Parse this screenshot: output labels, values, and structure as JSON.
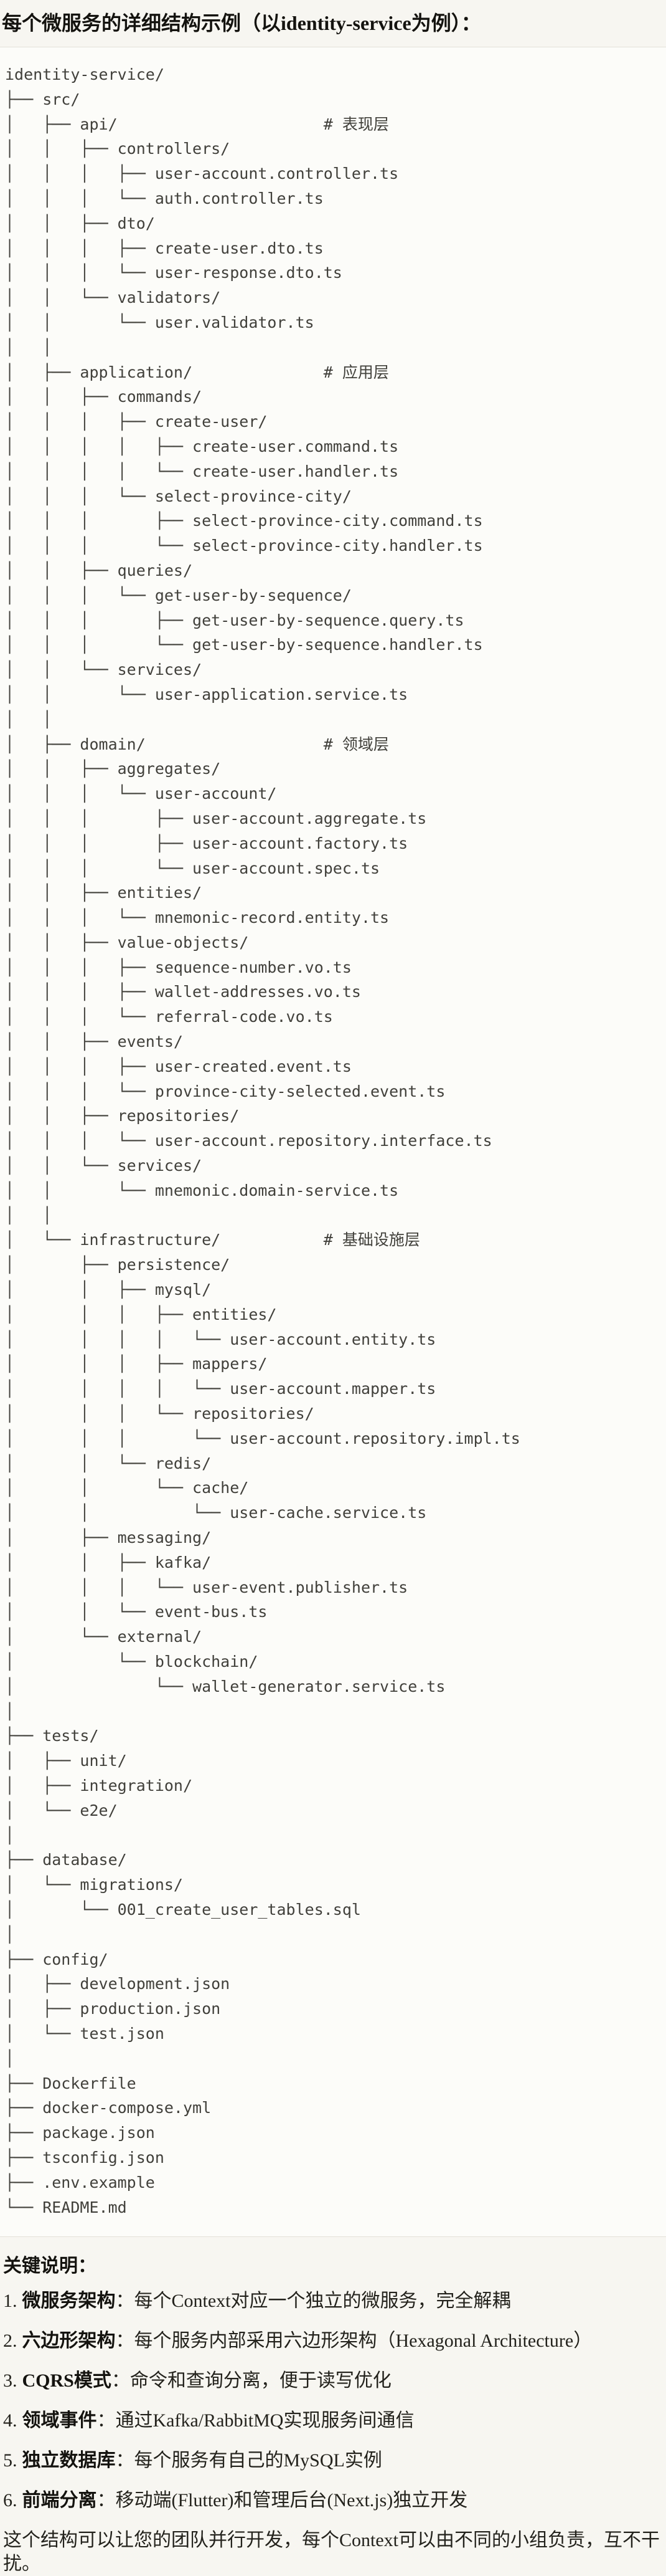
{
  "header": {
    "title": "每个微服务的详细结构示例（以identity-service为例）："
  },
  "colors": {
    "page_bg": "#f7f6f1",
    "code_bg": "#fcfcf9",
    "border": "#e3e1d9",
    "code_text": "#41403b",
    "heading_text": "#14130f"
  },
  "code_block": {
    "lines": [
      "identity-service/",
      "├── src/",
      "│   ├── api/                      # 表现层",
      "│   │   ├── controllers/",
      "│   │   │   ├── user-account.controller.ts",
      "│   │   │   └── auth.controller.ts",
      "│   │   ├── dto/",
      "│   │   │   ├── create-user.dto.ts",
      "│   │   │   └── user-response.dto.ts",
      "│   │   └── validators/",
      "│   │       └── user.validator.ts",
      "│   │",
      "│   ├── application/              # 应用层",
      "│   │   ├── commands/",
      "│   │   │   ├── create-user/",
      "│   │   │   │   ├── create-user.command.ts",
      "│   │   │   │   └── create-user.handler.ts",
      "│   │   │   └── select-province-city/",
      "│   │   │       ├── select-province-city.command.ts",
      "│   │   │       └── select-province-city.handler.ts",
      "│   │   ├── queries/",
      "│   │   │   └── get-user-by-sequence/",
      "│   │   │       ├── get-user-by-sequence.query.ts",
      "│   │   │       └── get-user-by-sequence.handler.ts",
      "│   │   └── services/",
      "│   │       └── user-application.service.ts",
      "│   │",
      "│   ├── domain/                   # 领域层",
      "│   │   ├── aggregates/",
      "│   │   │   └── user-account/",
      "│   │   │       ├── user-account.aggregate.ts",
      "│   │   │       ├── user-account.factory.ts",
      "│   │   │       └── user-account.spec.ts",
      "│   │   ├── entities/",
      "│   │   │   └── mnemonic-record.entity.ts",
      "│   │   ├── value-objects/",
      "│   │   │   ├── sequence-number.vo.ts",
      "│   │   │   ├── wallet-addresses.vo.ts",
      "│   │   │   └── referral-code.vo.ts",
      "│   │   ├── events/",
      "│   │   │   ├── user-created.event.ts",
      "│   │   │   └── province-city-selected.event.ts",
      "│   │   ├── repositories/",
      "│   │   │   └── user-account.repository.interface.ts",
      "│   │   └── services/",
      "│   │       └── mnemonic.domain-service.ts",
      "│   │",
      "│   └── infrastructure/           # 基础设施层",
      "│       ├── persistence/",
      "│       │   ├── mysql/",
      "│       │   │   ├── entities/",
      "│       │   │   │   └── user-account.entity.ts",
      "│       │   │   ├── mappers/",
      "│       │   │   │   └── user-account.mapper.ts",
      "│       │   │   └── repositories/",
      "│       │   │       └── user-account.repository.impl.ts",
      "│       │   └── redis/",
      "│       │       └── cache/",
      "│       │           └── user-cache.service.ts",
      "│       ├── messaging/",
      "│       │   ├── kafka/",
      "│       │   │   └── user-event.publisher.ts",
      "│       │   └── event-bus.ts",
      "│       └── external/",
      "│           └── blockchain/",
      "│               └── wallet-generator.service.ts",
      "│",
      "├── tests/",
      "│   ├── unit/",
      "│   ├── integration/",
      "│   └── e2e/",
      "│",
      "├── database/",
      "│   └── migrations/",
      "│       └── 001_create_user_tables.sql",
      "│",
      "├── config/",
      "│   ├── development.json",
      "│   ├── production.json",
      "│   └── test.json",
      "│",
      "├── Dockerfile",
      "├── docker-compose.yml",
      "├── package.json",
      "├── tsconfig.json",
      "├── .env.example",
      "└── README.md"
    ]
  },
  "notes": {
    "heading": "关键说明：",
    "items": [
      {
        "num": "1.",
        "term": "微服务架构",
        "text": "：每个Context对应一个独立的微服务，完全解耦"
      },
      {
        "num": "2.",
        "term": "六边形架构",
        "text": "：每个服务内部采用六边形架构（Hexagonal Architecture）"
      },
      {
        "num": "3.",
        "term": "CQRS模式",
        "text": "：命令和查询分离，便于读写优化"
      },
      {
        "num": "4.",
        "term": "领域事件",
        "text": "：通过Kafka/RabbitMQ实现服务间通信"
      },
      {
        "num": "5.",
        "term": "独立数据库",
        "text": "：每个服务有自己的MySQL实例"
      },
      {
        "num": "6.",
        "term": "前端分离",
        "text": "：移动端(Flutter)和管理后台(Next.js)独立开发"
      }
    ],
    "footer": "这个结构可以让您的团队并行开发，每个Context可以由不同的小组负责，互不干扰。"
  }
}
